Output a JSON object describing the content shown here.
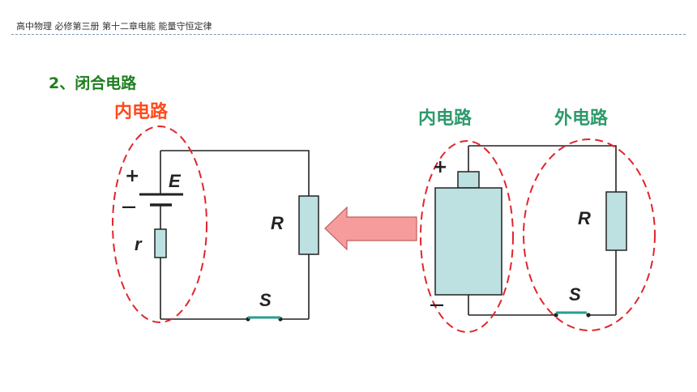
{
  "header": {
    "title": "高中物理  必修第三册 第十二章电能 能量守恒定律"
  },
  "section": {
    "title": "2、闭合电路"
  },
  "left_circuit": {
    "inner_label": "内电路",
    "plus": "+",
    "minus": "—",
    "emf": "E",
    "internal_resistance": "r",
    "resistor": "R",
    "switch": "S"
  },
  "right_circuit": {
    "inner_label": "内电路",
    "outer_label": "外电路",
    "plus": "+",
    "minus": "—",
    "resistor": "R",
    "switch": "S"
  },
  "colors": {
    "section_title": "#1e7d1e",
    "inner_label_left": "#ff4a1c",
    "labels_right": "#2e9a6a",
    "dashed_ellipse": "#e0262b",
    "component_fill": "#bde0e0",
    "arrow_fill": "#f79c9c",
    "switch_bar": "#2a9d8f"
  }
}
